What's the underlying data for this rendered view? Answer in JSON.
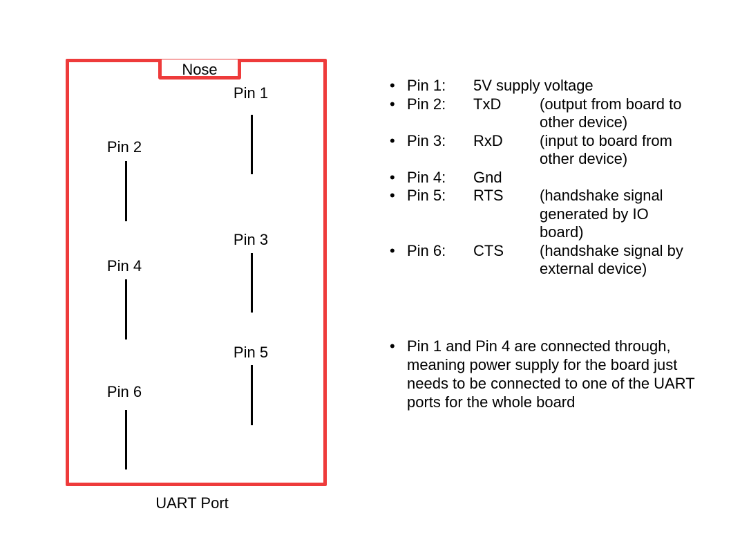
{
  "diagram": {
    "nose_label": "Nose",
    "caption": "UART Port",
    "border_color": "#ee3b3b",
    "pins": [
      {
        "label": "Pin 1",
        "column": "right",
        "order": 1
      },
      {
        "label": "Pin 2",
        "column": "left",
        "order": 1
      },
      {
        "label": "Pin 3",
        "column": "right",
        "order": 2
      },
      {
        "label": "Pin 4",
        "column": "left",
        "order": 2
      },
      {
        "label": "Pin 5",
        "column": "right",
        "order": 3
      },
      {
        "label": "Pin 6",
        "column": "left",
        "order": 3
      }
    ]
  },
  "legend": {
    "bullet": "•",
    "items": [
      {
        "pin": "Pin 1:",
        "signal": "5V supply voltage",
        "description": ""
      },
      {
        "pin": "Pin 2:",
        "signal": "TxD",
        "description": "(output from board to other device)"
      },
      {
        "pin": "Pin 3:",
        "signal": "RxD",
        "description": "(input to board from other device)"
      },
      {
        "pin": "Pin 4:",
        "signal": "Gnd",
        "description": ""
      },
      {
        "pin": "Pin 5:",
        "signal": "RTS",
        "description": "(handshake signal generated by IO board)"
      },
      {
        "pin": "Pin 6:",
        "signal": "CTS",
        "description": "(handshake signal by external device)"
      }
    ]
  },
  "note": {
    "bullet": "•",
    "text": "Pin 1 and Pin 4 are connected through, meaning power supply for the board just needs to be connected to one of the UART ports for the whole board"
  }
}
